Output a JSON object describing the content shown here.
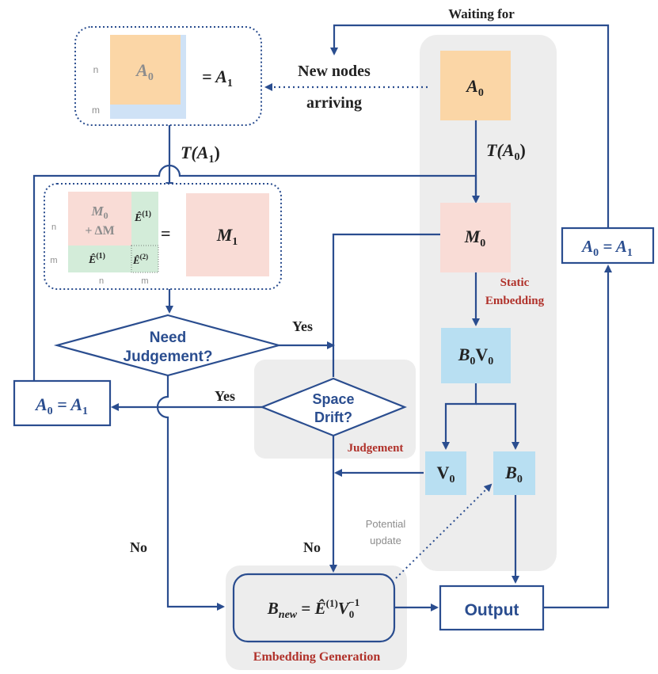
{
  "colors": {
    "line": "#2a4d8f",
    "orange_block": "#fbd6a6",
    "pink_block": "#f9dcd6",
    "green_block": "#d3ecd9",
    "light_blue_block": "#cfe2f6",
    "cyan_block": "#b8dff2",
    "panel_gray": "#ededed",
    "label_red": "#b0312a"
  },
  "top": {
    "waiting_label": "Waiting for",
    "new_nodes_line1": "New nodes",
    "new_nodes_line2": "arriving"
  },
  "matrix_a1": {
    "a0": "A",
    "a0_sub": "0",
    "equals": "= A",
    "equals_sub": "1",
    "n": "n",
    "m": "m"
  },
  "transform_a1": {
    "label": "T(A",
    "sub": "1",
    "close": ")"
  },
  "matrix_m1": {
    "m0": "M",
    "m0_sub": "0",
    "plus_dm": "+ ΔM",
    "e1": "Ê",
    "e1_sup": "(1)",
    "e2": "Ê",
    "e2_sup": "(2)",
    "equals": "=",
    "m1": "M",
    "m1_sub": "1",
    "n_left": "n",
    "m_left": "m",
    "n_bottom": "n",
    "m_bottom": "m"
  },
  "need_judgement": {
    "line1": "Need",
    "line2": "Judgement?",
    "yes": "Yes"
  },
  "space_drift": {
    "line1": "Space",
    "line2": "Drift?",
    "yes": "Yes",
    "no": "No",
    "panel_label": "Judgement"
  },
  "left_update": {
    "label": "A",
    "sub0": "0",
    "eq": " = A",
    "sub1": "1",
    "no": "No"
  },
  "static_panel": {
    "a0": "A",
    "a0_sub": "0",
    "transform": "T(A",
    "transform_sub": "0",
    "transform_close": ")",
    "m0": "M",
    "m0_sub": "0",
    "label_line1": "Static",
    "label_line2": "Embedding",
    "b0v0": "B",
    "b0v0_sub1": "0",
    "b0v0_v": "V",
    "b0v0_sub2": "0",
    "v0": "V",
    "v0_sub": "0",
    "b0": "B",
    "b0_sub": "0"
  },
  "right_update": {
    "label": "A",
    "sub0": "0",
    "eq": " = A",
    "sub1": "1"
  },
  "generation": {
    "b": "B",
    "b_sub": "new",
    "eq": " = ",
    "e": "Ê",
    "e_sup": "(1)",
    "v": "V",
    "v_sub": "0",
    "v_sup": "−1",
    "panel_label": "Embedding Generation",
    "potential_line1": "Potential",
    "potential_line2": "update"
  },
  "output": {
    "label": "Output"
  }
}
